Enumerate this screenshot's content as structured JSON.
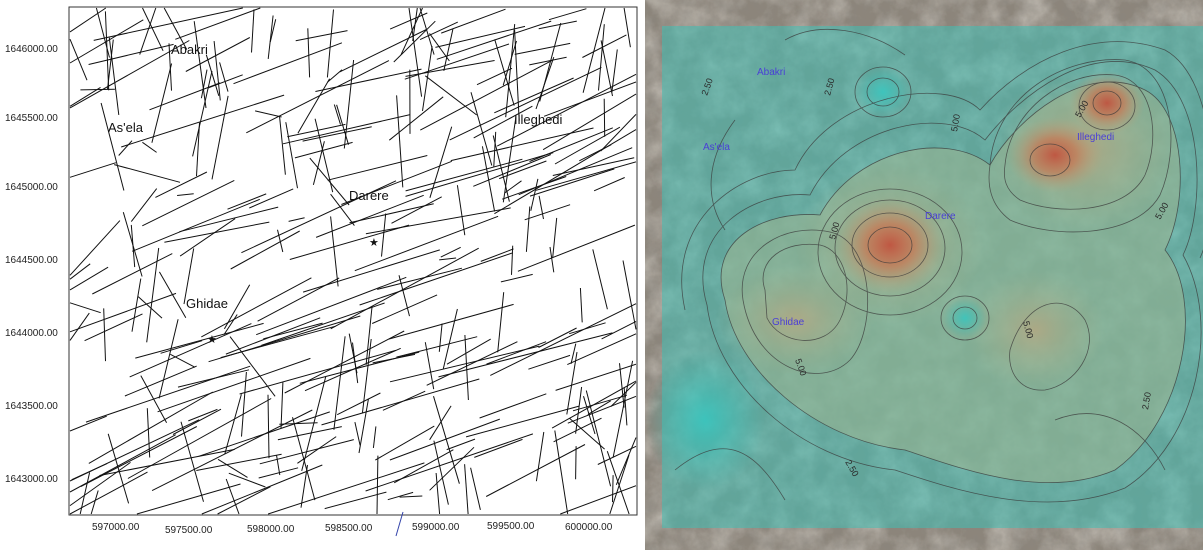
{
  "lineament_map": {
    "x_ticks": [
      "597000.00",
      "597500.00",
      "598000.00",
      "598500.00",
      "599000.00",
      "599500.00",
      "600000.00"
    ],
    "y_ticks": [
      "1646000.00",
      "1645500.00",
      "1645000.00",
      "1644500.00",
      "1644000.00",
      "1643500.00",
      "1643000.00"
    ],
    "places": [
      "Abakri",
      "As'ela",
      "Illeghedi",
      "Darere",
      "Ghidae"
    ],
    "colors": {
      "line": "#111111",
      "frame": "#333333",
      "background": "#ffffff"
    }
  },
  "density_map": {
    "places": [
      "Abakri",
      "As'ela",
      "Illeghedi",
      "Darere",
      "Ghidae"
    ],
    "contour_labels": [
      "2.50",
      "2.50",
      "5.00",
      "5.00",
      "5.00",
      "5.00",
      "5.00",
      "5.00",
      "2.50",
      "2.50"
    ],
    "colors": {
      "low": "#3fbfb5",
      "mid": "#a9b58a",
      "high": "#c8654a",
      "label": "#4a3fd6"
    }
  }
}
